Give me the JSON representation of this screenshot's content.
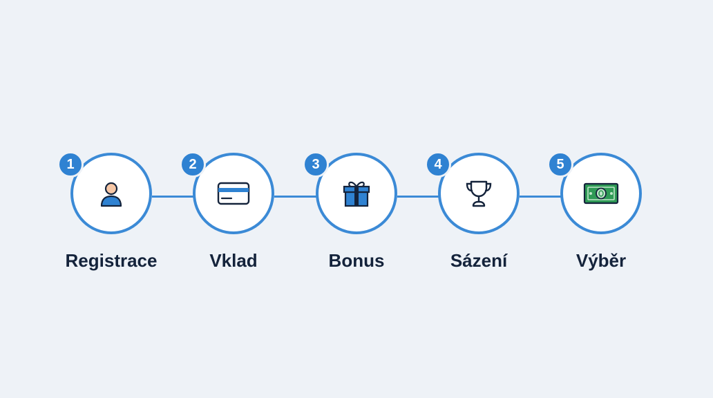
{
  "steps": [
    {
      "number": "1",
      "label": "Registrace",
      "icon": "user-icon"
    },
    {
      "number": "2",
      "label": "Vklad",
      "icon": "credit-card-icon"
    },
    {
      "number": "3",
      "label": "Bonus",
      "icon": "gift-icon"
    },
    {
      "number": "4",
      "label": "Sázení",
      "icon": "trophy-icon"
    },
    {
      "number": "5",
      "label": "Výběr",
      "icon": "cash-icon"
    }
  ],
  "colors": {
    "background": "#eef2f7",
    "accent": "#3b8ad6",
    "badge": "#2f82d2",
    "text": "#14233b",
    "cash": "#2e9a55"
  }
}
